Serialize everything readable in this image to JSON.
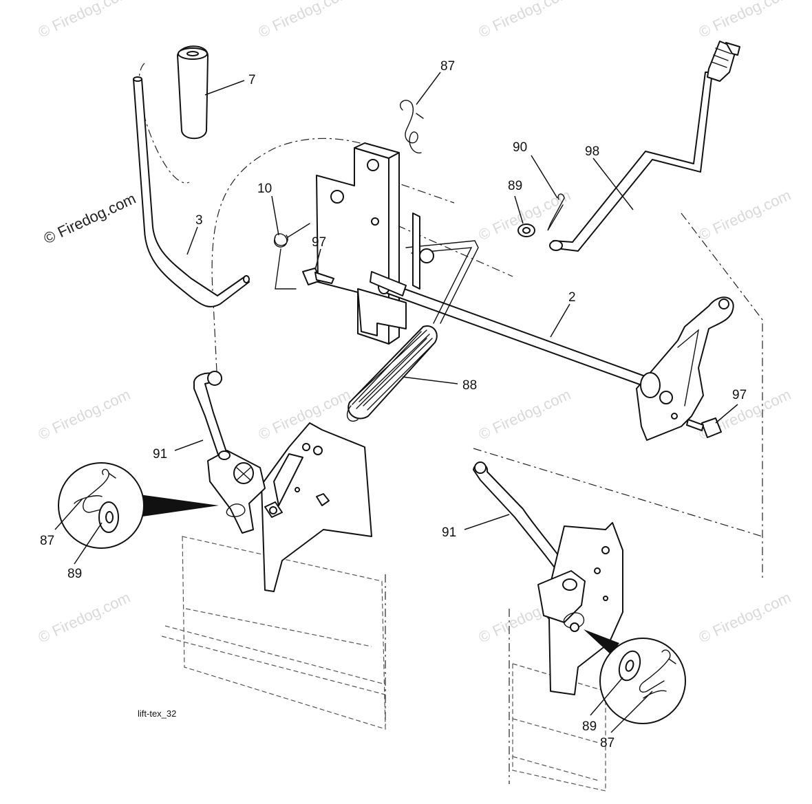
{
  "watermark": {
    "text": "© Firedog.com"
  },
  "callouts": {
    "handle_grip": "7",
    "lift_lever": "3",
    "spring_small": "10",
    "hairpin_top": "87",
    "bolt_left": "97",
    "washer_top": "89",
    "cotter_pin": "90",
    "lift_link": "98",
    "lift_shaft": "2",
    "extension_spring": "88",
    "bolt_right": "97",
    "lift_arm_left": "91",
    "inset_left_clip": "87",
    "inset_left_washer": "89",
    "lift_arm_right": "91",
    "inset_right_washer": "89",
    "inset_right_clip": "87"
  },
  "caption": {
    "drawing_id": "lift-tex_32"
  }
}
